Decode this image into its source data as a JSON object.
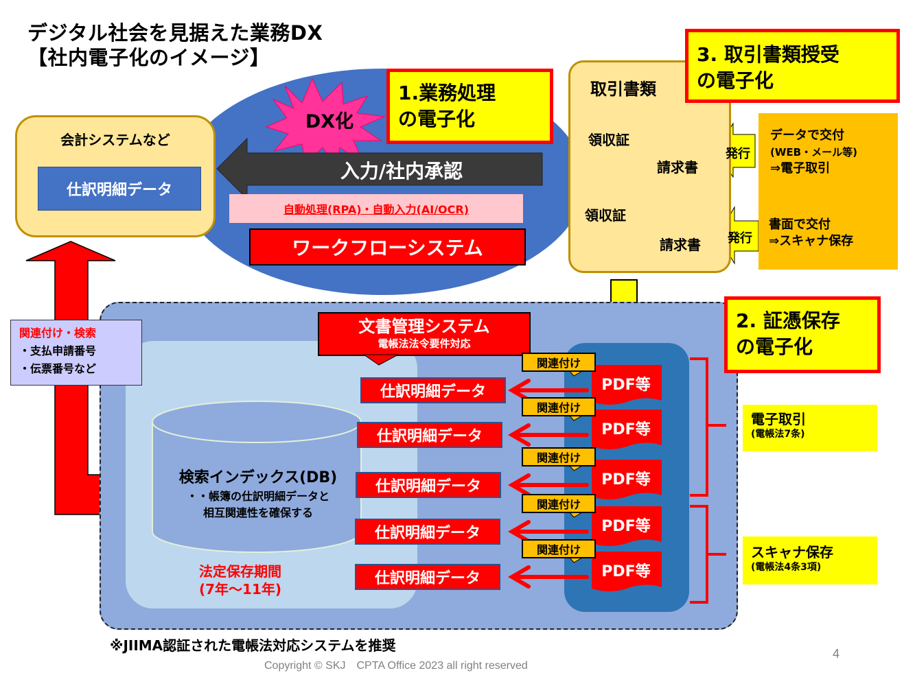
{
  "title": {
    "line1": "デジタル社会を見据えた業務DX",
    "line2": "【社内電子化のイメージ】"
  },
  "accounting_system": {
    "title": "会計システムなど",
    "data_label": "仕訳明細データ"
  },
  "process": {
    "dx_burst": "DX化",
    "callout": {
      "line1": "1.業務処理",
      "line2": "の電子化"
    },
    "input_arrow": "入力/社内承認",
    "automation": "自動処理(RPA)・自動入力(AI/OCR)",
    "workflow": "ワークフローシステム"
  },
  "trade_documents": {
    "title": "取引書類",
    "callout": {
      "line1": "3. 取引書類授受",
      "line2": "の電子化"
    },
    "groups": [
      {
        "receipt": "領収証",
        "invoice": "請求書",
        "issue": "発行",
        "method": [
          "データで交付",
          "(WEB・メール等)",
          "⇒電子取引"
        ]
      },
      {
        "receipt": "領収証",
        "invoice": "請求書",
        "issue": "発行",
        "method": [
          "書面で交付",
          "⇒スキャナ保存"
        ]
      }
    ]
  },
  "storage": {
    "callout": {
      "line1": "2. 証憑保存",
      "line2": "の電子化"
    },
    "doc_management": {
      "title": "文書管理システム",
      "subtitle": "電帳法法令要件対応"
    },
    "rows": [
      {
        "journal": "仕訳明細データ",
        "link": "関連付け",
        "file": "PDF等"
      },
      {
        "journal": "仕訳明細データ",
        "link": "関連付け",
        "file": "PDF等"
      },
      {
        "journal": "仕訳明細データ",
        "link": "関連付け",
        "file": "PDF等"
      },
      {
        "journal": "仕訳明細データ",
        "link": "関連付け",
        "file": "PDF等"
      },
      {
        "journal": "仕訳明細データ",
        "link": "関連付け",
        "file": "PDF等"
      }
    ],
    "search_index": {
      "title": "検索インデックス(DB)",
      "desc_line1": "・・帳簿の仕訳明細データと",
      "desc_line2": "相互関連性を確保する"
    },
    "retention": {
      "line1": "法定保存期間",
      "line2": "(7年〜11年)"
    },
    "law_labels": [
      {
        "name": "電子取引",
        "law": "(電帳法7条)"
      },
      {
        "name": "スキャナ保存",
        "law": "(電帳法4条3項)"
      }
    ]
  },
  "search_link": {
    "title": "関連付け・検索",
    "items": [
      "・支払申請番号",
      "・伝票番号など"
    ]
  },
  "footer": {
    "note": "※JIIMA認証された電帳法対応システムを推奨",
    "copyright": "Copyright © SKJ　CPTA Office 2023 all right reserved",
    "page": "4"
  },
  "colors": {
    "accent_red": "#ff0000",
    "callout_yellow": "#ffff00",
    "blue": "#4472c4",
    "light_blue": "#8faadc",
    "tan": "#ffe699",
    "orange": "#ffc000"
  }
}
